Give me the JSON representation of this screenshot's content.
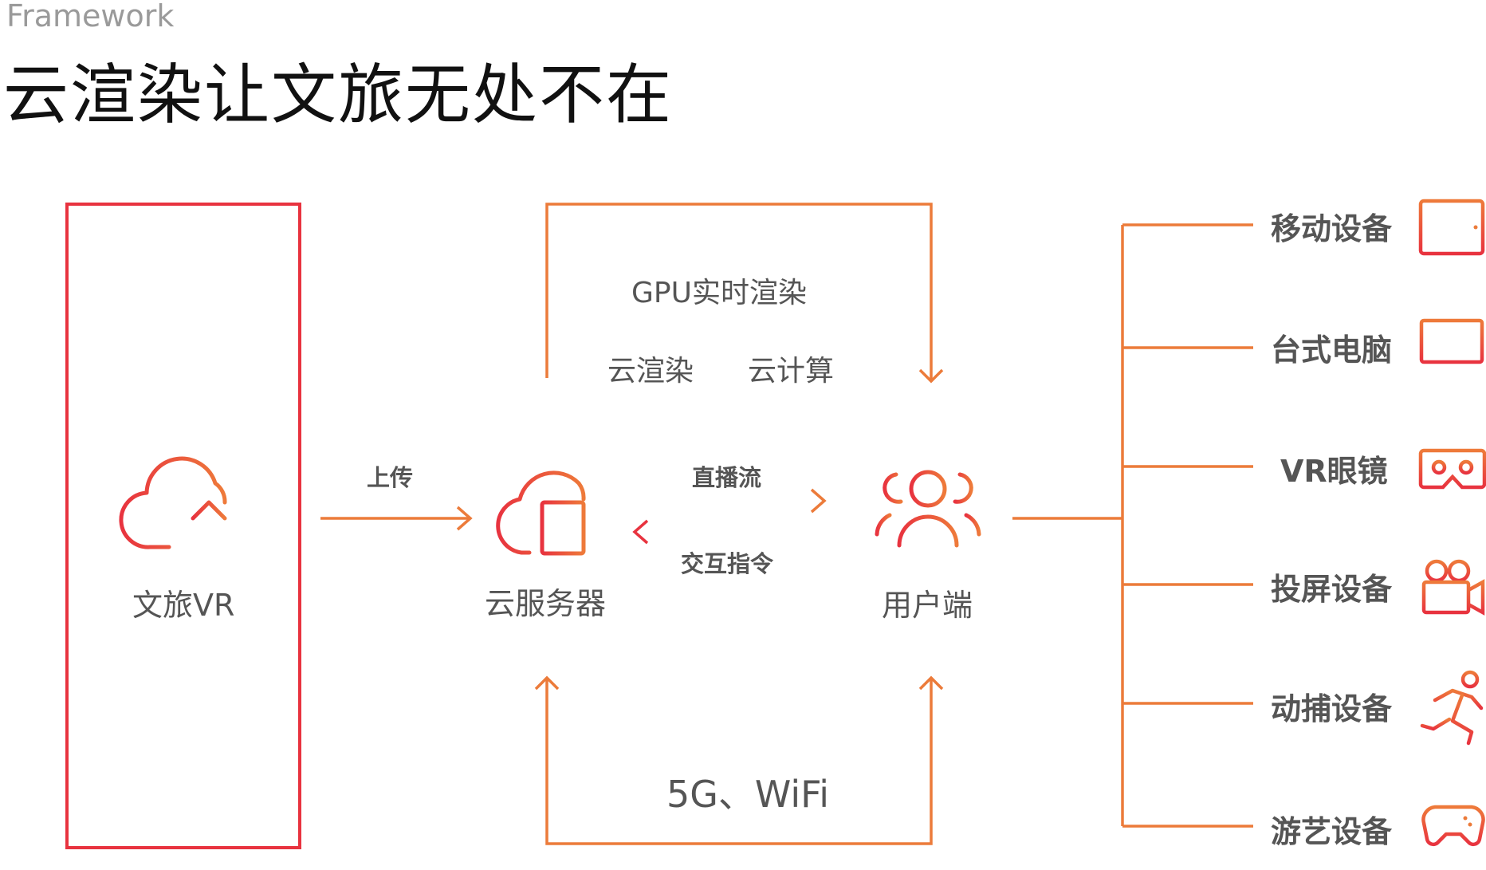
{
  "header": {
    "eyebrow": "Framework",
    "title": "云渲染让文旅无处不在"
  },
  "top_loop": {
    "title": "GPU实时渲染",
    "items": [
      "云渲染",
      "云计算"
    ]
  },
  "nodes": {
    "source": "文旅VR",
    "server": "云服务器",
    "users": "用户端"
  },
  "edges": {
    "upload": "上传",
    "live_stream": "直播流",
    "interaction": "交互指令"
  },
  "bottom_loop": {
    "label": "5G、WiFi"
  },
  "devices": [
    {
      "label": "移动设备",
      "icon": "tablet-icon"
    },
    {
      "label": "台式电脑",
      "icon": "monitor-icon"
    },
    {
      "label": "VR眼镜",
      "icon": "vr-headset-icon"
    },
    {
      "label": "投屏设备",
      "icon": "video-camera-icon"
    },
    {
      "label": "动捕设备",
      "icon": "running-person-icon"
    },
    {
      "label": "游艺设备",
      "icon": "gamepad-icon"
    }
  ],
  "colors": {
    "red": "#e8333f",
    "orange": "#ec7b3a",
    "text": "#555555"
  }
}
